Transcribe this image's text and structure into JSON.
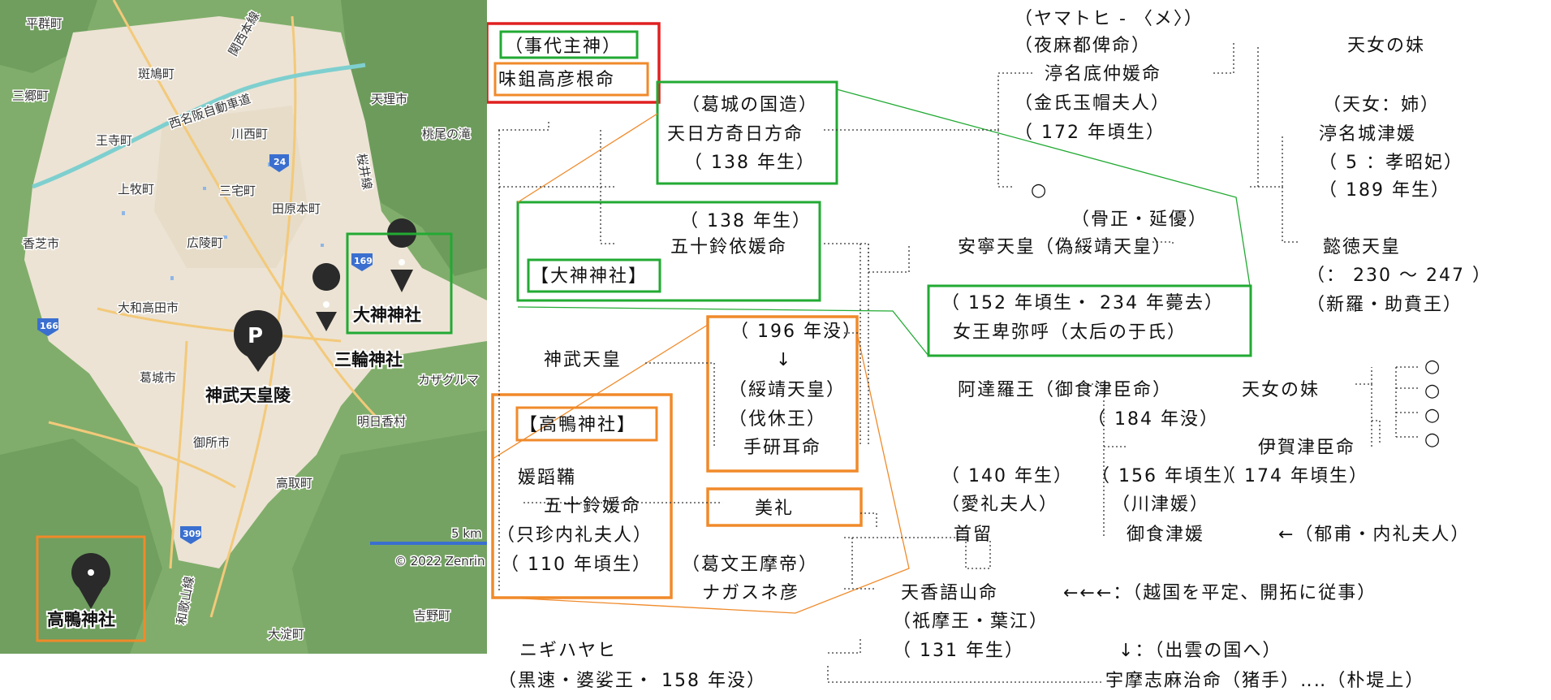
{
  "colors": {
    "red_box": "#e02020",
    "green_box": "#22aa33",
    "orange_box": "#f08a2a",
    "map_green": "#7fae6a",
    "map_urban": "#ece3d4"
  },
  "map": {
    "places": [
      "平群町",
      "斑鳩町",
      "西名阪自動車道",
      "三郷町",
      "王寺町",
      "天理市",
      "桃尾の滝",
      "川西町",
      "上牧町",
      "三宅町",
      "田原本町",
      "香芝市",
      "広陵町",
      "大和高田市",
      "葛城市",
      "御所市",
      "明日香村",
      "高取町",
      "大淀町",
      "吉野町",
      "カザグルマ",
      "関西本線",
      "桜井線",
      "和歌山線"
    ],
    "routes": [
      "24",
      "169",
      "166",
      "309"
    ],
    "pins": {
      "omiwa": "大神神社",
      "miwa": "三輪神社",
      "jimmu": "神武天皇陵",
      "takakamo": "高鴨神社",
      "parking": "P"
    },
    "scale": "5 km",
    "copyright": "© 2022 Zenrin"
  },
  "tree": {
    "kotoshiro": "（事代主神）",
    "ajisuki": "味鉏高彦根命",
    "katsuragi": [
      "（葛城の国造）",
      "天日方奇日方命",
      "（ 138 年生）"
    ],
    "isuyori": [
      "（ 138 年生）",
      "五十鈴依媛命"
    ],
    "omiwa_tag": "【大神神社】",
    "jimmu": "神武天皇",
    "takakamo_tag": "【高鴨神社】",
    "isuzu": [
      "媛蹈鞴",
      "五十鈴媛命",
      "（只珍内礼夫人）",
      "（ 110 年頃生）"
    ],
    "suizei": [
      "（ 196 年没）",
      "↓",
      "（綏靖天皇）",
      "（伐休王）",
      "手研耳命"
    ],
    "mire": "美礼",
    "nagasune": [
      "（葛文王摩帝）",
      "ナガスネ彦"
    ],
    "nigihayahi": [
      "ニギハヤヒ",
      "（黒速・婆娑王・ 158 年没）"
    ],
    "nunasoko": [
      "（ヤマトヒ - 〈メ〉）",
      "（夜麻都俾命）",
      "渟名底仲媛命",
      "（金氏玉帽夫人）",
      "（ 172 年頃生）"
    ],
    "circle": "○",
    "annei": [
      "（骨正・延優）",
      "安寧天皇（偽綏靖天皇）"
    ],
    "himiko": [
      "（ 152 年頃生・ 234 年薨去）",
      "女王卑弥呼（太后の于氏）"
    ],
    "tennyo_imouto_top": "天女の妹",
    "nunaki": [
      "（天女：姉）",
      "渟名城津媛",
      "（ 5 ：孝昭妃）",
      "（ 189 年生）"
    ],
    "itoku": [
      "懿徳天皇",
      "（： 230 ～ 247 ）",
      "（新羅・助賁王）"
    ],
    "atara": [
      "阿達羅王（御食津臣命）",
      "（ 184 年没）"
    ],
    "tennyo_imouto": "天女の妹",
    "circles_right": [
      "○",
      "○",
      "○",
      "○"
    ],
    "igatsu": [
      "伊賀津臣命",
      "（ 174 年頃生）"
    ],
    "tsuru": [
      "（ 140 年生）",
      "（愛礼夫人）",
      "首留"
    ],
    "mikatsu": [
      "（ 156 年頃生）",
      "（川津媛）",
      "御食津媛"
    ],
    "arrow_note": "←（郁甫・内礼夫人）",
    "amanokagu": [
      "天香語山命",
      "（祇摩王・葉江）",
      "（ 131 年生）"
    ],
    "koshi_note": "←←←：（越国を平定、開拓に従事）",
    "izumo_note": "↓：（出雲の国へ）",
    "umashi": "宇摩志麻治命（猪手）‥‥（朴堤上）"
  }
}
